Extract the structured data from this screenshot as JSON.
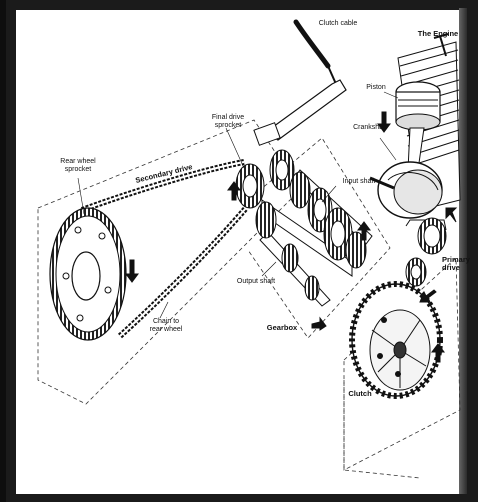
{
  "labels": {
    "clutch_cable": "Clutch cable",
    "the_engine": "The Engine",
    "piston": "Piston",
    "crankshaft": "Crankshaft",
    "final_drive_sprocket": "Final drive\nsprocket",
    "rear_wheel_sprocket": "Rear wheel\nsprocket",
    "secondary_drive": "Secondary drive",
    "input_shaft": "Input shaft",
    "output_shaft": "Output shaft",
    "chain_to_rear_wheel": "Chain to\nrear wheel",
    "gearbox": "Gearbox",
    "clutch": "Clutch",
    "primary_drive": "Primary\ndrive"
  }
}
